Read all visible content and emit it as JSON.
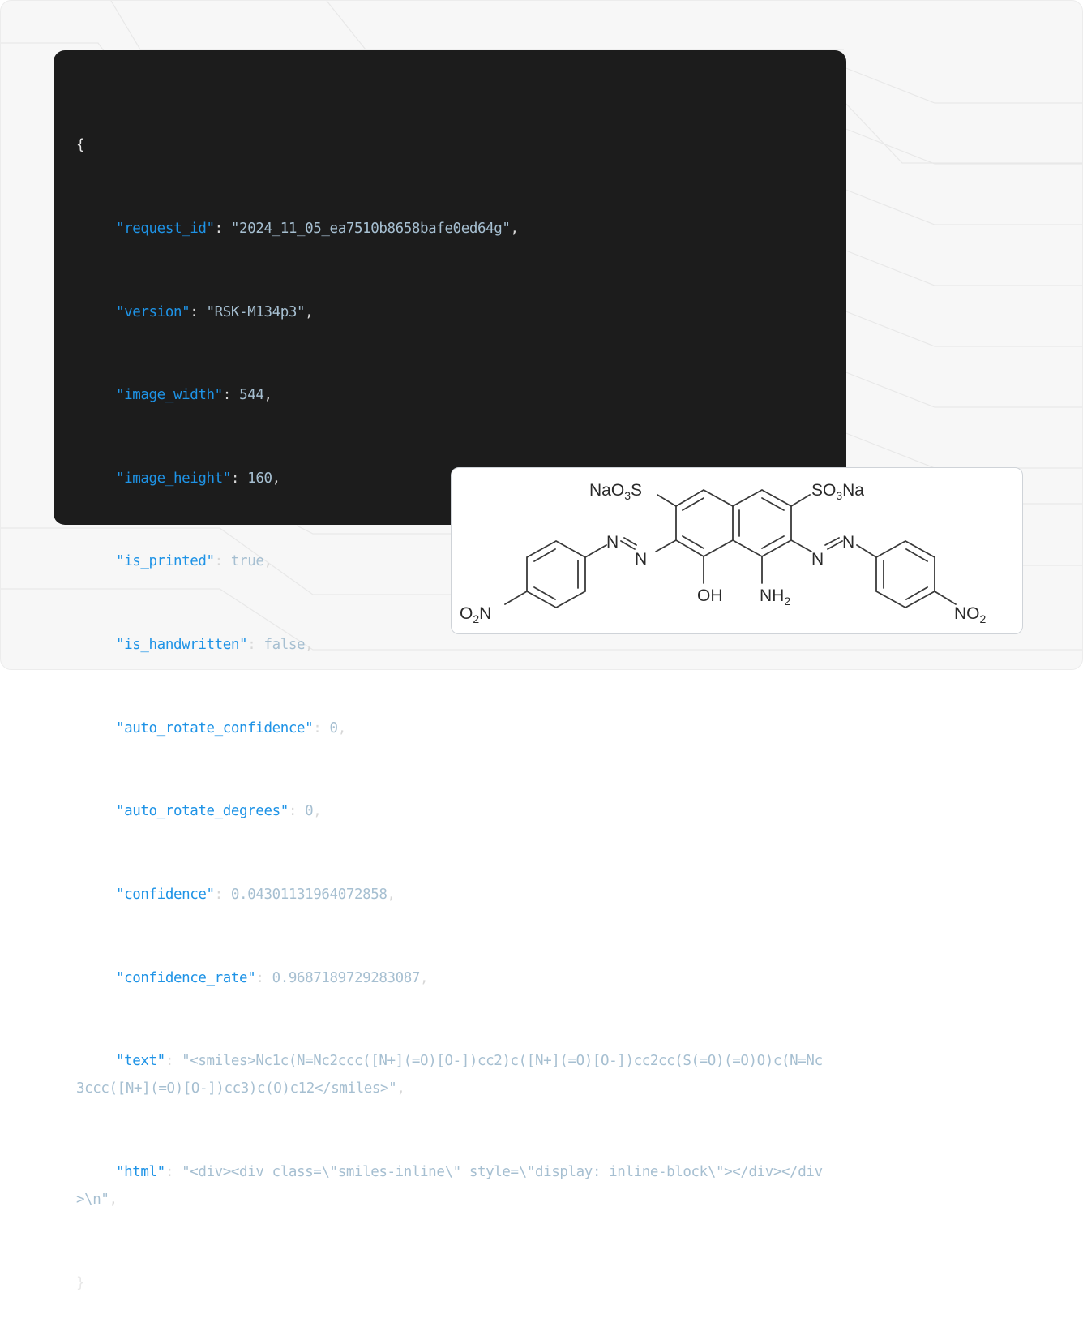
{
  "response": {
    "request_id_key": "\"request_id\"",
    "request_id_value": "\"2024_11_05_ea7510b8658bafe0ed64g\"",
    "version_key": "\"version\"",
    "version_value": "\"RSK-M134p3\"",
    "image_width_key": "\"image_width\"",
    "image_width_value": "544",
    "image_height_key": "\"image_height\"",
    "image_height_value": "160",
    "is_printed_key": "\"is_printed\"",
    "is_printed_value": "true",
    "is_handwritten_key": "\"is_handwritten\"",
    "is_handwritten_value": "false",
    "auto_rotate_confidence_key": "\"auto_rotate_confidence\"",
    "auto_rotate_confidence_value": "0",
    "auto_rotate_degrees_key": "\"auto_rotate_degrees\"",
    "auto_rotate_degrees_value": "0",
    "confidence_key": "\"confidence\"",
    "confidence_value": "0.04301131964072858",
    "confidence_rate_key": "\"confidence_rate\"",
    "confidence_rate_value": "0.9687189729283087",
    "text_key": "\"text\"",
    "text_value": "\"<smiles>Nc1c(N=Nc2ccc([N+](=O)[O-])cc2)c([N+](=O)[O-])cc2cc(S(=O)(=O)O)c(N=Nc3ccc([N+](=O)[O-])cc3)c(O)c12</smiles>\"",
    "html_key": "\"html\"",
    "html_value": "\"<div><div class=\\\"smiles-inline\\\" style=\\\"display: inline-block\\\"></div></div>\\n\""
  },
  "syntax": {
    "open_brace": "{",
    "close_brace": "}",
    "colon": ": ",
    "comma": ","
  },
  "molecule": {
    "label_naO3S": "NaO",
    "label_naO3S_sub": "3",
    "label_naO3S_tail": "S",
    "label_so3na": "SO",
    "label_so3na_sub": "3",
    "label_so3na_tail": "Na",
    "label_oh": "OH",
    "label_nh2": "NH",
    "label_nh2_sub": "2",
    "label_n": "N",
    "label_o2n_o": "O",
    "label_o2n_sub": "2",
    "label_o2n_n": "N",
    "label_no2_n": "NO",
    "label_no2_sub": "2"
  },
  "colors": {
    "key": "#1e93e6",
    "value": "#a6bfd1",
    "panel_bg": "#1c1c1c",
    "page_bg": "#f7f7f7"
  }
}
